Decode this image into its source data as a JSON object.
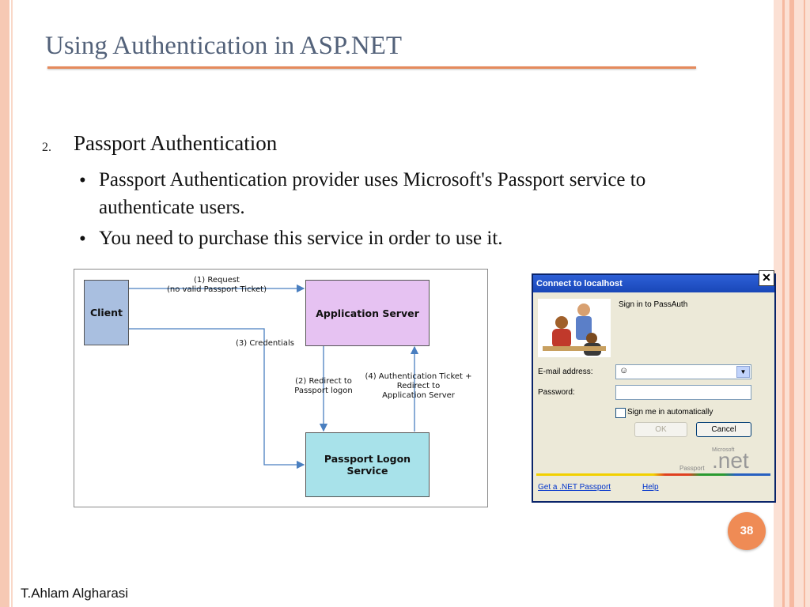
{
  "slide": {
    "title": "Using Authentication in ASP.NET",
    "item_number": "2.",
    "heading": "Passport Authentication",
    "bullets": [
      "Passport Authentication provider uses Microsoft's Passport service to authenticate users.",
      "You need to purchase this service in order to use it."
    ],
    "bullet_symbol": "•",
    "page_number": "38",
    "footer": "T.Ahlam Algharasi"
  },
  "diagram": {
    "client": "Client",
    "app_server": "Application Server",
    "passport_service_line1": "Passport Logon",
    "passport_service_line2": "Service",
    "step1_line1": "(1) Request",
    "step1_line2": "(no valid Passport Ticket)",
    "step2_line1": "(2) Redirect to",
    "step2_line2": "Passport logon",
    "step3": "(3) Credentials",
    "step4_line1": "(4) Authentication Ticket +",
    "step4_line2": "Redirect to",
    "step4_line3": "Application Server",
    "colors": {
      "client": "#a9bfe0",
      "app_server": "#e6c2f2",
      "passport": "#a8e2ea",
      "arrow": "#4a7fc0"
    }
  },
  "dialog": {
    "title": "Connect to localhost",
    "close_glyph": "✕",
    "sign_in_text": "Sign in to PassAuth",
    "email_label": "E-mail address:",
    "password_label": "Password:",
    "remember_label": "Sign me in automatically",
    "ok_label": "OK",
    "cancel_label": "Cancel",
    "brand_small": "Microsoft",
    "brand_passport": "Passport",
    "brand_net": ".net",
    "get_passport_link": "Get a .NET Passport",
    "help_link": "Help"
  }
}
